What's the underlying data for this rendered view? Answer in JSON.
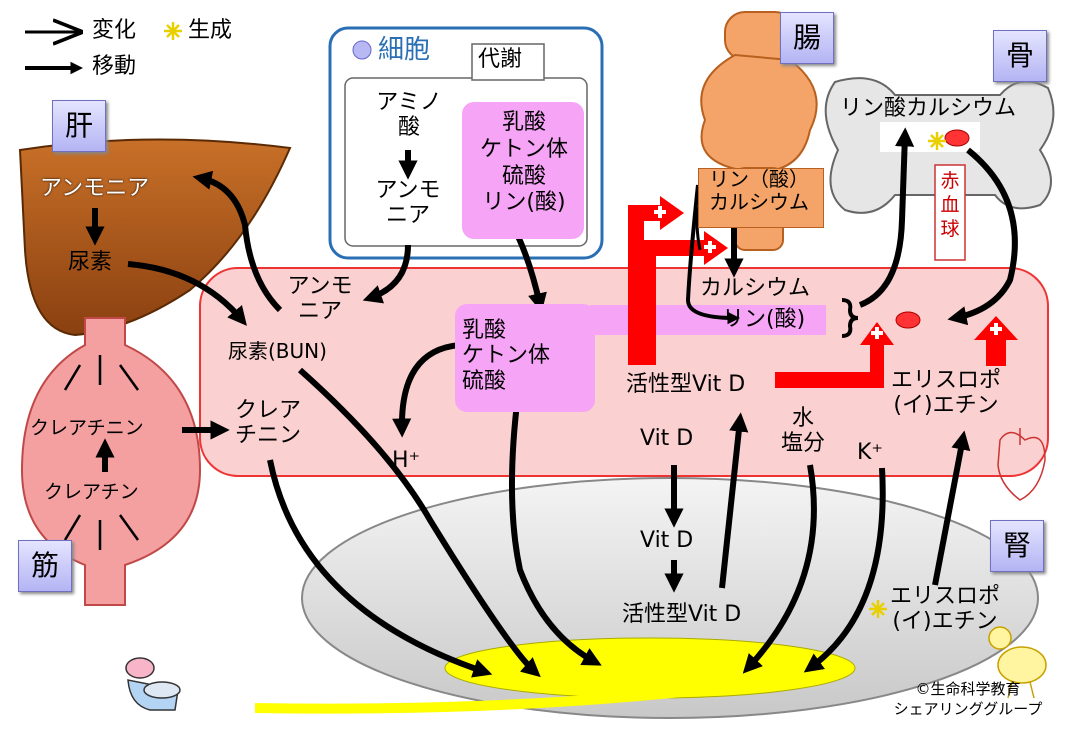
{
  "legend": {
    "change": "変化",
    "generate": "生成",
    "move": "移動"
  },
  "organs": {
    "liver": "肝",
    "muscle": "筋",
    "intestine": "腸",
    "bone": "骨",
    "kidney": "腎"
  },
  "cell": {
    "title": "細胞",
    "metabolism": "代謝",
    "amino_acid": "アミノ\n酸",
    "ammonia": "アンモ\nニア",
    "acids": "乳酸\nケトン体\n硫酸\nリン(酸)"
  },
  "liver": {
    "ammonia": "アンモニア",
    "urea": "尿素"
  },
  "muscle": {
    "creatinine": "クレアチニン",
    "creatine": "クレアチン"
  },
  "blood": {
    "ammonia": "アンモ\nニア",
    "bun": "尿素(BUN)",
    "creatinine": "クレア\nチニン",
    "acids": "乳酸\nケトン体\n硫酸",
    "h_ion": "H⁺",
    "calcium": "カルシウム",
    "phosphate": "リン(酸)",
    "active_vitd": "活性型Vit D",
    "erythropoietin": "エリスロポ\n(イ)エチン",
    "vitd": "Vit D",
    "water_salt": "水\n塩分",
    "k_ion": "K⁺"
  },
  "intestine": {
    "phos_calcium": "リン（酸）\nカルシウム"
  },
  "bone": {
    "calcium_phosphate": "リン酸カルシウム",
    "rbc": "赤\n血\n球"
  },
  "kidney": {
    "vitd": "Vit D",
    "active_vitd": "活性型Vit D",
    "erythropoietin": "エリスロポ\n(イ)エチン"
  },
  "credit": "©生命科学教育\nシェアリンググループ",
  "colors": {
    "blood": "#fbd0d0",
    "blood_border": "#e33",
    "cell_border": "#2a6fb4",
    "acid_box": "#f6a4f6",
    "kidney": "#e4e4e4",
    "urine": "#ffff00",
    "liver": "#b8601a",
    "intestine_box": "#f4a468",
    "plus": "#ff0000"
  }
}
